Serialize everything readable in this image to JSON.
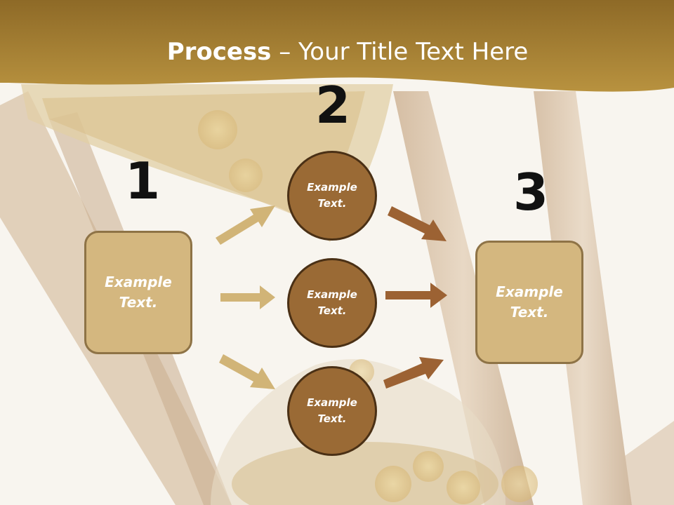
{
  "title": {
    "bold": "Process",
    "rest": " – Your Title Text Here"
  },
  "steps": [
    {
      "number": "1",
      "text": "Example\nText."
    },
    {
      "number": "2",
      "text": "Example\nText."
    },
    {
      "number": "3",
      "text": "Example\nText."
    }
  ],
  "circles": [
    {
      "text": "Example\nText."
    },
    {
      "text": "Example\nText."
    },
    {
      "text": "Example\nText."
    }
  ],
  "colors": {
    "banner": "#a7832f",
    "box_fill": "#d4b77f",
    "circle_fill": "#9a6a35",
    "light_arrow": "#d1b477",
    "dark_arrow": "#9c6233"
  }
}
